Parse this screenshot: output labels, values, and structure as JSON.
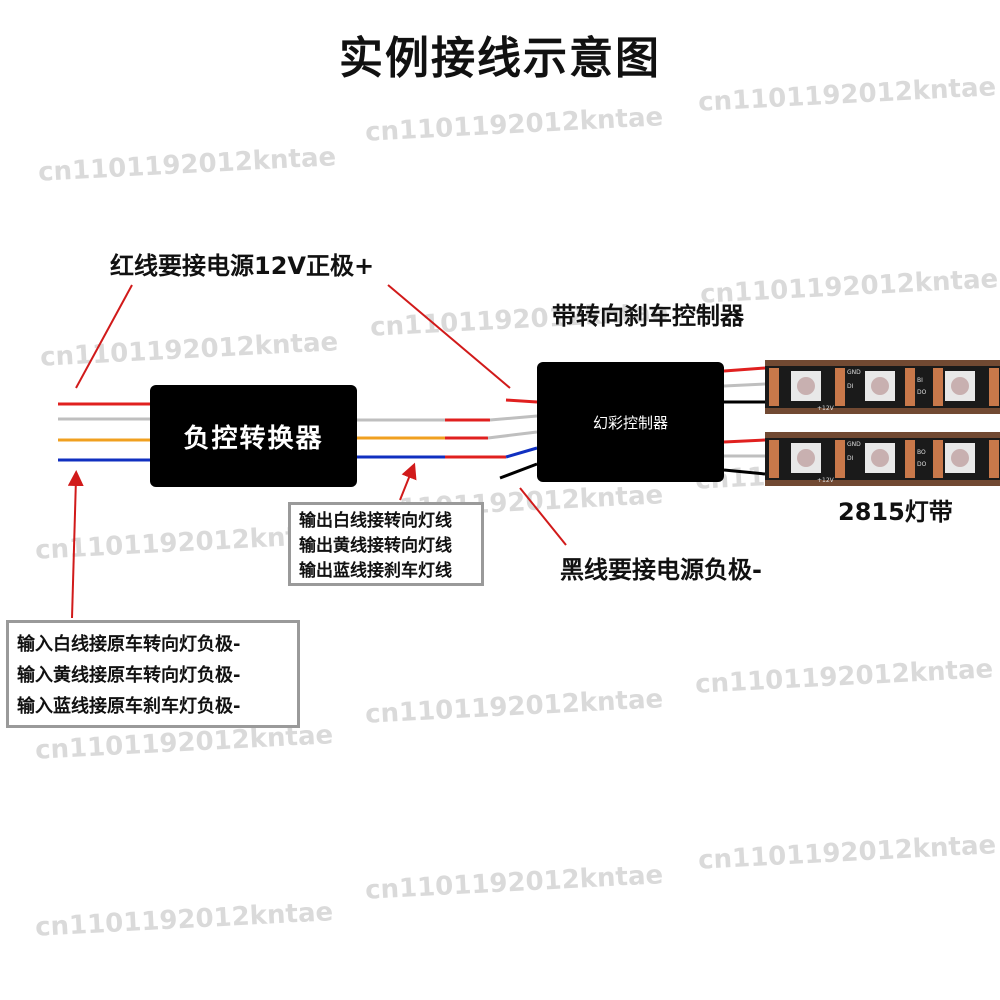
{
  "title": "实例接线示意图",
  "converter_label": "负控转换器",
  "controller_label": "幻彩控制器",
  "red_wire_note": "红线要接电源12V正极+",
  "controller_note": "带转向刹车控制器",
  "black_wire_note": "黑线要接电源负极-",
  "strip_label": "2815灯带",
  "output_notes": [
    "输出白线接转向灯线",
    "输出黄线接转向灯线",
    "输出蓝线接刹车灯线"
  ],
  "input_notes": [
    "输入白线接原车转向灯负极-",
    "输入黄线接原车转向灯负极-",
    "输入蓝线接原车刹车灯负极-"
  ],
  "watermark_text": "cn1101192012kntae",
  "strip_pin_labels": [
    "GND",
    "DI",
    "BI",
    "DO",
    "BO",
    "+12V"
  ],
  "colors": {
    "red_wire": "#e0201f",
    "white_wire": "#bfbfbf",
    "yellow_wire": "#f0a020",
    "blue_wire": "#1030c0",
    "black_wire": "#000000",
    "pointer": "#d11a1a",
    "strip_pcb": "#1a1a1a",
    "strip_pad": "#c8784a"
  }
}
